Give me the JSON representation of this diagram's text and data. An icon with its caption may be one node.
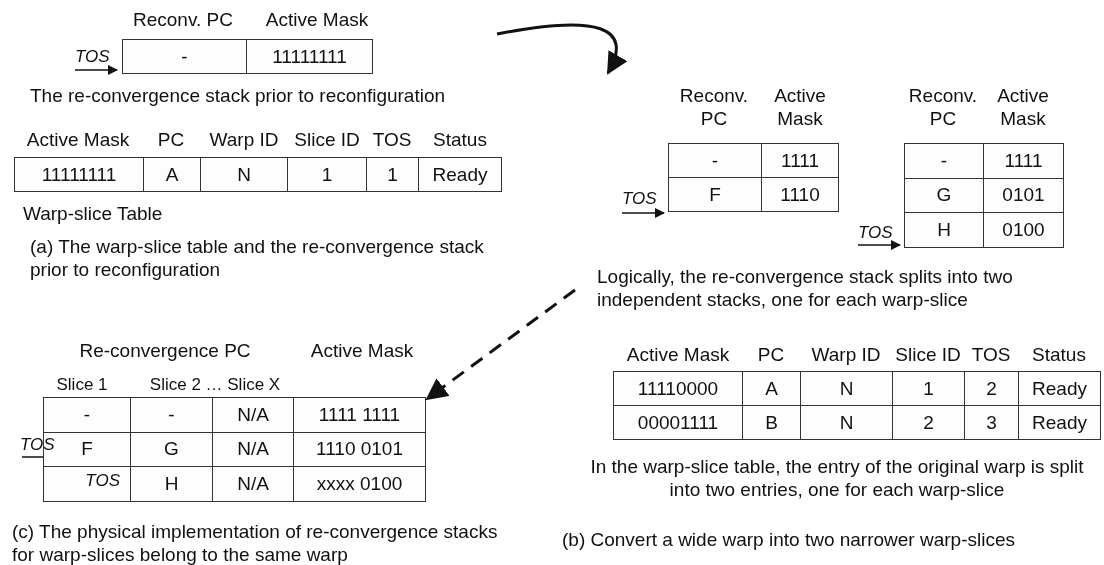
{
  "diagram": {
    "nodes": [
      {
        "text": [
          "-",
          "11111111"
        ],
        "beside": [
          "Reconv. PC",
          "Active Mask",
          "TOS",
          "The re-convergence stack prior to reconfiguration"
        ]
      },
      {
        "text": [
          "11111111",
          "A",
          "N",
          "1",
          "1",
          "Ready"
        ],
        "beside": [
          "Active Mask",
          "PC",
          "Warp ID",
          "Slice ID",
          "TOS",
          "Status",
          "Warp-slice Table"
        ]
      },
      {
        "text": [
          "-",
          "1111",
          "F",
          "1110"
        ],
        "beside": [
          "Reconv. PC",
          "Active Mask",
          "TOS"
        ]
      },
      {
        "text": [
          "-",
          "1111",
          "G",
          "0101",
          "H",
          "0100"
        ],
        "beside": [
          "Reconv. PC",
          "Active Mask",
          "TOS"
        ]
      },
      {
        "text": [
          "11110000",
          "A",
          "N",
          "1",
          "2",
          "Ready",
          "00001111",
          "B",
          "N",
          "2",
          "3",
          "Ready"
        ],
        "beside": [
          "Active Mask",
          "PC",
          "Warp ID",
          "Slice ID",
          "TOS",
          "Status",
          "In the warp-slice table, the entry of the original warp is split into two entries, one for each warp-slice"
        ]
      },
      {
        "text": [
          "-",
          "-",
          "N/A",
          "1111 1111",
          "F",
          "G",
          "N/A",
          "1110 0101",
          "TOS",
          "H",
          "N/A",
          "xxxx 0100"
        ],
        "beside": [
          "Re-convergence PC",
          "Active Mask",
          "Slice 1",
          "Slice 2 … Slice X",
          "TOS"
        ]
      }
    ],
    "edges": [
      {
        "from": 0,
        "to": 2,
        "arrow": "to"
      },
      {
        "from": null,
        "to": 5,
        "arrow": "to",
        "style": "dashed"
      }
    ],
    "labels": [
      "(a) The warp-slice table and the re-convergence stack prior to reconfiguration",
      "Logically, the re-convergence stack splits into two independent stacks, one for each warp-slice",
      "(c) The physical implementation of re-convergence stacks for warp-slices belong to the same warp",
      "(b) Convert a wide warp into two narrower warp-slices"
    ]
  }
}
